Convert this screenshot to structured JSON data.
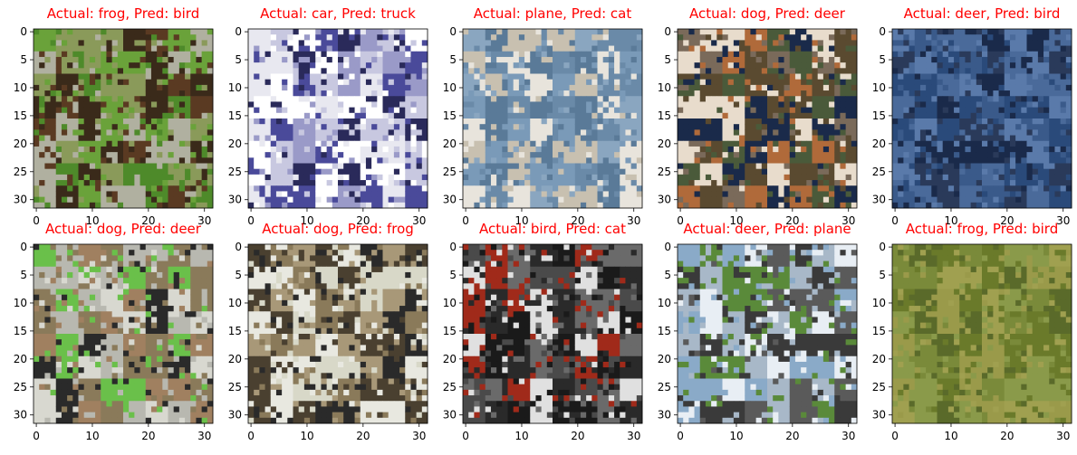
{
  "figure": {
    "axis_ticks": [
      0,
      5,
      10,
      15,
      20,
      25,
      30
    ],
    "x_ticks": [
      0,
      10,
      20,
      30
    ],
    "y_ticks": [
      0,
      5,
      10,
      15,
      20,
      25,
      30
    ],
    "image_size": 32,
    "title_color": "#ff0000",
    "panels": [
      {
        "title": "Actual: frog, Pred: bird",
        "actual": "frog",
        "pred": "bird",
        "colors": [
          "#8a9a5a",
          "#6aa23a",
          "#4e8a2a",
          "#3a2a1a",
          "#b0b0a0",
          "#5a3a22"
        ]
      },
      {
        "title": "Actual: car, Pred: truck",
        "actual": "car",
        "pred": "truck",
        "colors": [
          "#e8e8f0",
          "#4a4a9a",
          "#2a2a5a",
          "#c8c8e0",
          "#9a9ac8",
          "#ffffff"
        ]
      },
      {
        "title": "Actual: plane, Pred: cat",
        "actual": "plane",
        "pred": "cat",
        "colors": [
          "#6a8aa8",
          "#7a9ab8",
          "#e8e4dc",
          "#c8c0b0",
          "#5a7a98",
          "#8aa6c0"
        ]
      },
      {
        "title": "Actual: dog, Pred: deer",
        "actual": "dog",
        "pred": "deer",
        "colors": [
          "#5a4a30",
          "#b06a3a",
          "#e8dccc",
          "#4a5a3a",
          "#1a2a4a",
          "#7a6a5a"
        ]
      },
      {
        "title": "Actual: deer, Pred: bird",
        "actual": "deer",
        "pred": "bird",
        "colors": [
          "#2a4a7a",
          "#3a5a8a",
          "#1a2a4a",
          "#4a6a9a",
          "#5a7aaa",
          "#2a3a5a"
        ]
      },
      {
        "title": "Actual: dog, Pred: deer",
        "actual": "dog",
        "pred": "deer",
        "colors": [
          "#b8b8b0",
          "#8a7a5a",
          "#2a2a2a",
          "#6ac04a",
          "#a08060",
          "#d8d8d0"
        ]
      },
      {
        "title": "Actual: dog, Pred: frog",
        "actual": "dog",
        "pred": "frog",
        "colors": [
          "#d8d8c8",
          "#8a7a5a",
          "#4a4030",
          "#2a2a2a",
          "#a89878",
          "#e8e8e0"
        ]
      },
      {
        "title": "Actual: bird, Pred: cat",
        "actual": "bird",
        "pred": "cat",
        "colors": [
          "#2a2a2a",
          "#4a4a4a",
          "#e0e0e0",
          "#a02a1a",
          "#6a6a6a",
          "#1a1a1a"
        ]
      },
      {
        "title": "Actual: deer, Pred: plane",
        "actual": "deer",
        "pred": "plane",
        "colors": [
          "#8aaac8",
          "#e8eef4",
          "#3a3a3a",
          "#5a5a5a",
          "#5a8a3a",
          "#a8b8c8"
        ]
      },
      {
        "title": "Actual: frog, Pred: bird",
        "actual": "frog",
        "pred": "bird",
        "colors": [
          "#7a8a3a",
          "#9a9a4a",
          "#6a7a2a",
          "#8a9a4a",
          "#a0a050",
          "#5a6a2a"
        ]
      }
    ]
  }
}
